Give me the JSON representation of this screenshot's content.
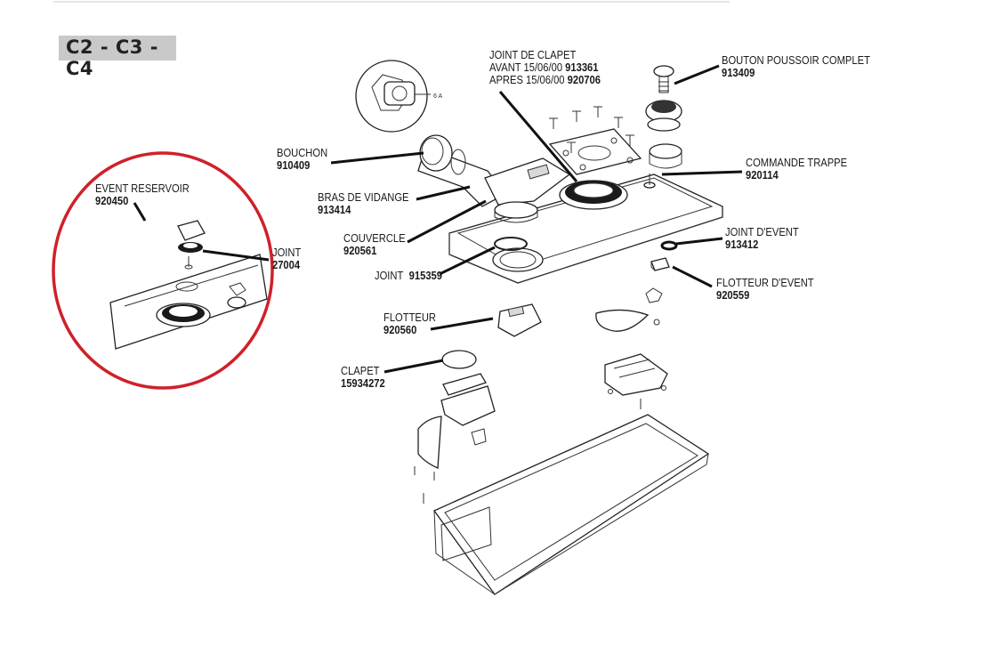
{
  "badge": {
    "text": "C2 - C3 - C4"
  },
  "inset_marker": "6 A",
  "colors": {
    "highlight_circle": "#d0202a",
    "badge_bg": "#c9c9c9",
    "leader": "#111111"
  },
  "labels": {
    "event_reservoir": {
      "name": "EVENT RESERVOIR",
      "ref": "920450"
    },
    "joint_inset": {
      "name": "JOINT",
      "ref": "27004"
    },
    "bouchon": {
      "name": "BOUCHON",
      "ref": "910409"
    },
    "bras_vidange": {
      "name": "BRAS DE VIDANGE",
      "ref": "913414"
    },
    "couvercle": {
      "name": "COUVERCLE",
      "ref": "920561"
    },
    "joint_915359": {
      "name": "JOINT",
      "ref": "915359"
    },
    "flotteur": {
      "name": "FLOTTEUR",
      "ref": "920560"
    },
    "clapet": {
      "name": "CLAPET",
      "ref": "15934272"
    },
    "joint_clapet": {
      "name": "JOINT DE CLAPET",
      "avant_text": "AVANT 15/06/00",
      "avant_ref": "913361",
      "apres_text": "APRES 15/06/00",
      "apres_ref": "920706"
    },
    "bouton_poussoir": {
      "name": "BOUTON POUSSOIR COMPLET",
      "ref": "913409"
    },
    "commande_trappe": {
      "name": "COMMANDE TRAPPE",
      "ref": "920114"
    },
    "joint_event": {
      "name": "JOINT D'EVENT",
      "ref": "913412"
    },
    "flotteur_event": {
      "name": "FLOTTEUR D'EVENT",
      "ref": "920559"
    }
  }
}
